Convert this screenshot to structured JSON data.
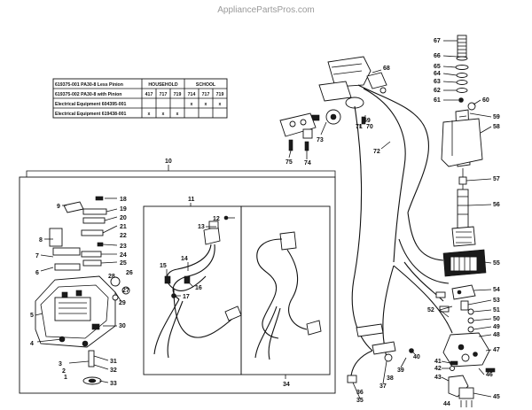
{
  "watermark": "AppliancePartsPros.com",
  "table": {
    "rows": [
      {
        "label": "619375-001 PA30-8 Less Pinion",
        "cells": [
          "HOUSEHOLD",
          "SCHOOL"
        ]
      },
      {
        "label": "619375-002 PA30-8 with Pinion",
        "cells": [
          "417",
          "717",
          "719",
          "714",
          "717",
          "719"
        ]
      },
      {
        "label": "Electrical Equipment 604395-001",
        "cells": [
          "",
          "",
          "",
          "x",
          "x",
          "x"
        ]
      },
      {
        "label": "Electrical Equipment 619438-001",
        "cells": [
          "x",
          "x",
          "x",
          "",
          "",
          ""
        ]
      }
    ]
  },
  "group_labels": {
    "g10": "10",
    "g11": "11",
    "g34": "34"
  },
  "callouts": {
    "n1": "1",
    "n2": "2",
    "n3": "3",
    "n4": "4",
    "n5": "5",
    "n6": "6",
    "n7": "7",
    "n8": "8",
    "n9": "9",
    "n12": "12",
    "n13": "13",
    "n14": "14",
    "n15": "15",
    "n16": "16",
    "n17": "17",
    "n18": "18",
    "n19": "19",
    "n20": "20",
    "n21": "21",
    "n22": "22",
    "n23": "23",
    "n24": "24",
    "n25": "25",
    "n26": "26",
    "n27": "27",
    "n28": "28",
    "n29": "29",
    "n30": "30",
    "n31": "31",
    "n32": "32",
    "n33": "33",
    "n35": "35",
    "n36": "36",
    "n37": "37",
    "n38": "38",
    "n39": "39",
    "n40": "40",
    "n41": "41",
    "n42": "42",
    "n43": "43",
    "n44": "44",
    "n45": "45",
    "n46": "46",
    "n47": "47",
    "n48": "48",
    "n49": "49",
    "n50": "50",
    "n51": "51",
    "n52": "52",
    "n53": "53",
    "n54": "54",
    "n55": "55",
    "n56": "56",
    "n57": "57",
    "n58": "58",
    "n59": "59",
    "n60": "60",
    "n61": "61",
    "n62": "62",
    "n63": "63",
    "n64": "64",
    "n65": "65",
    "n66": "66",
    "n67": "67",
    "n68": "68",
    "n69": "69",
    "n70": "70",
    "n71": "71",
    "n72": "72",
    "n73": "73",
    "n74": "74",
    "n75": "75"
  }
}
